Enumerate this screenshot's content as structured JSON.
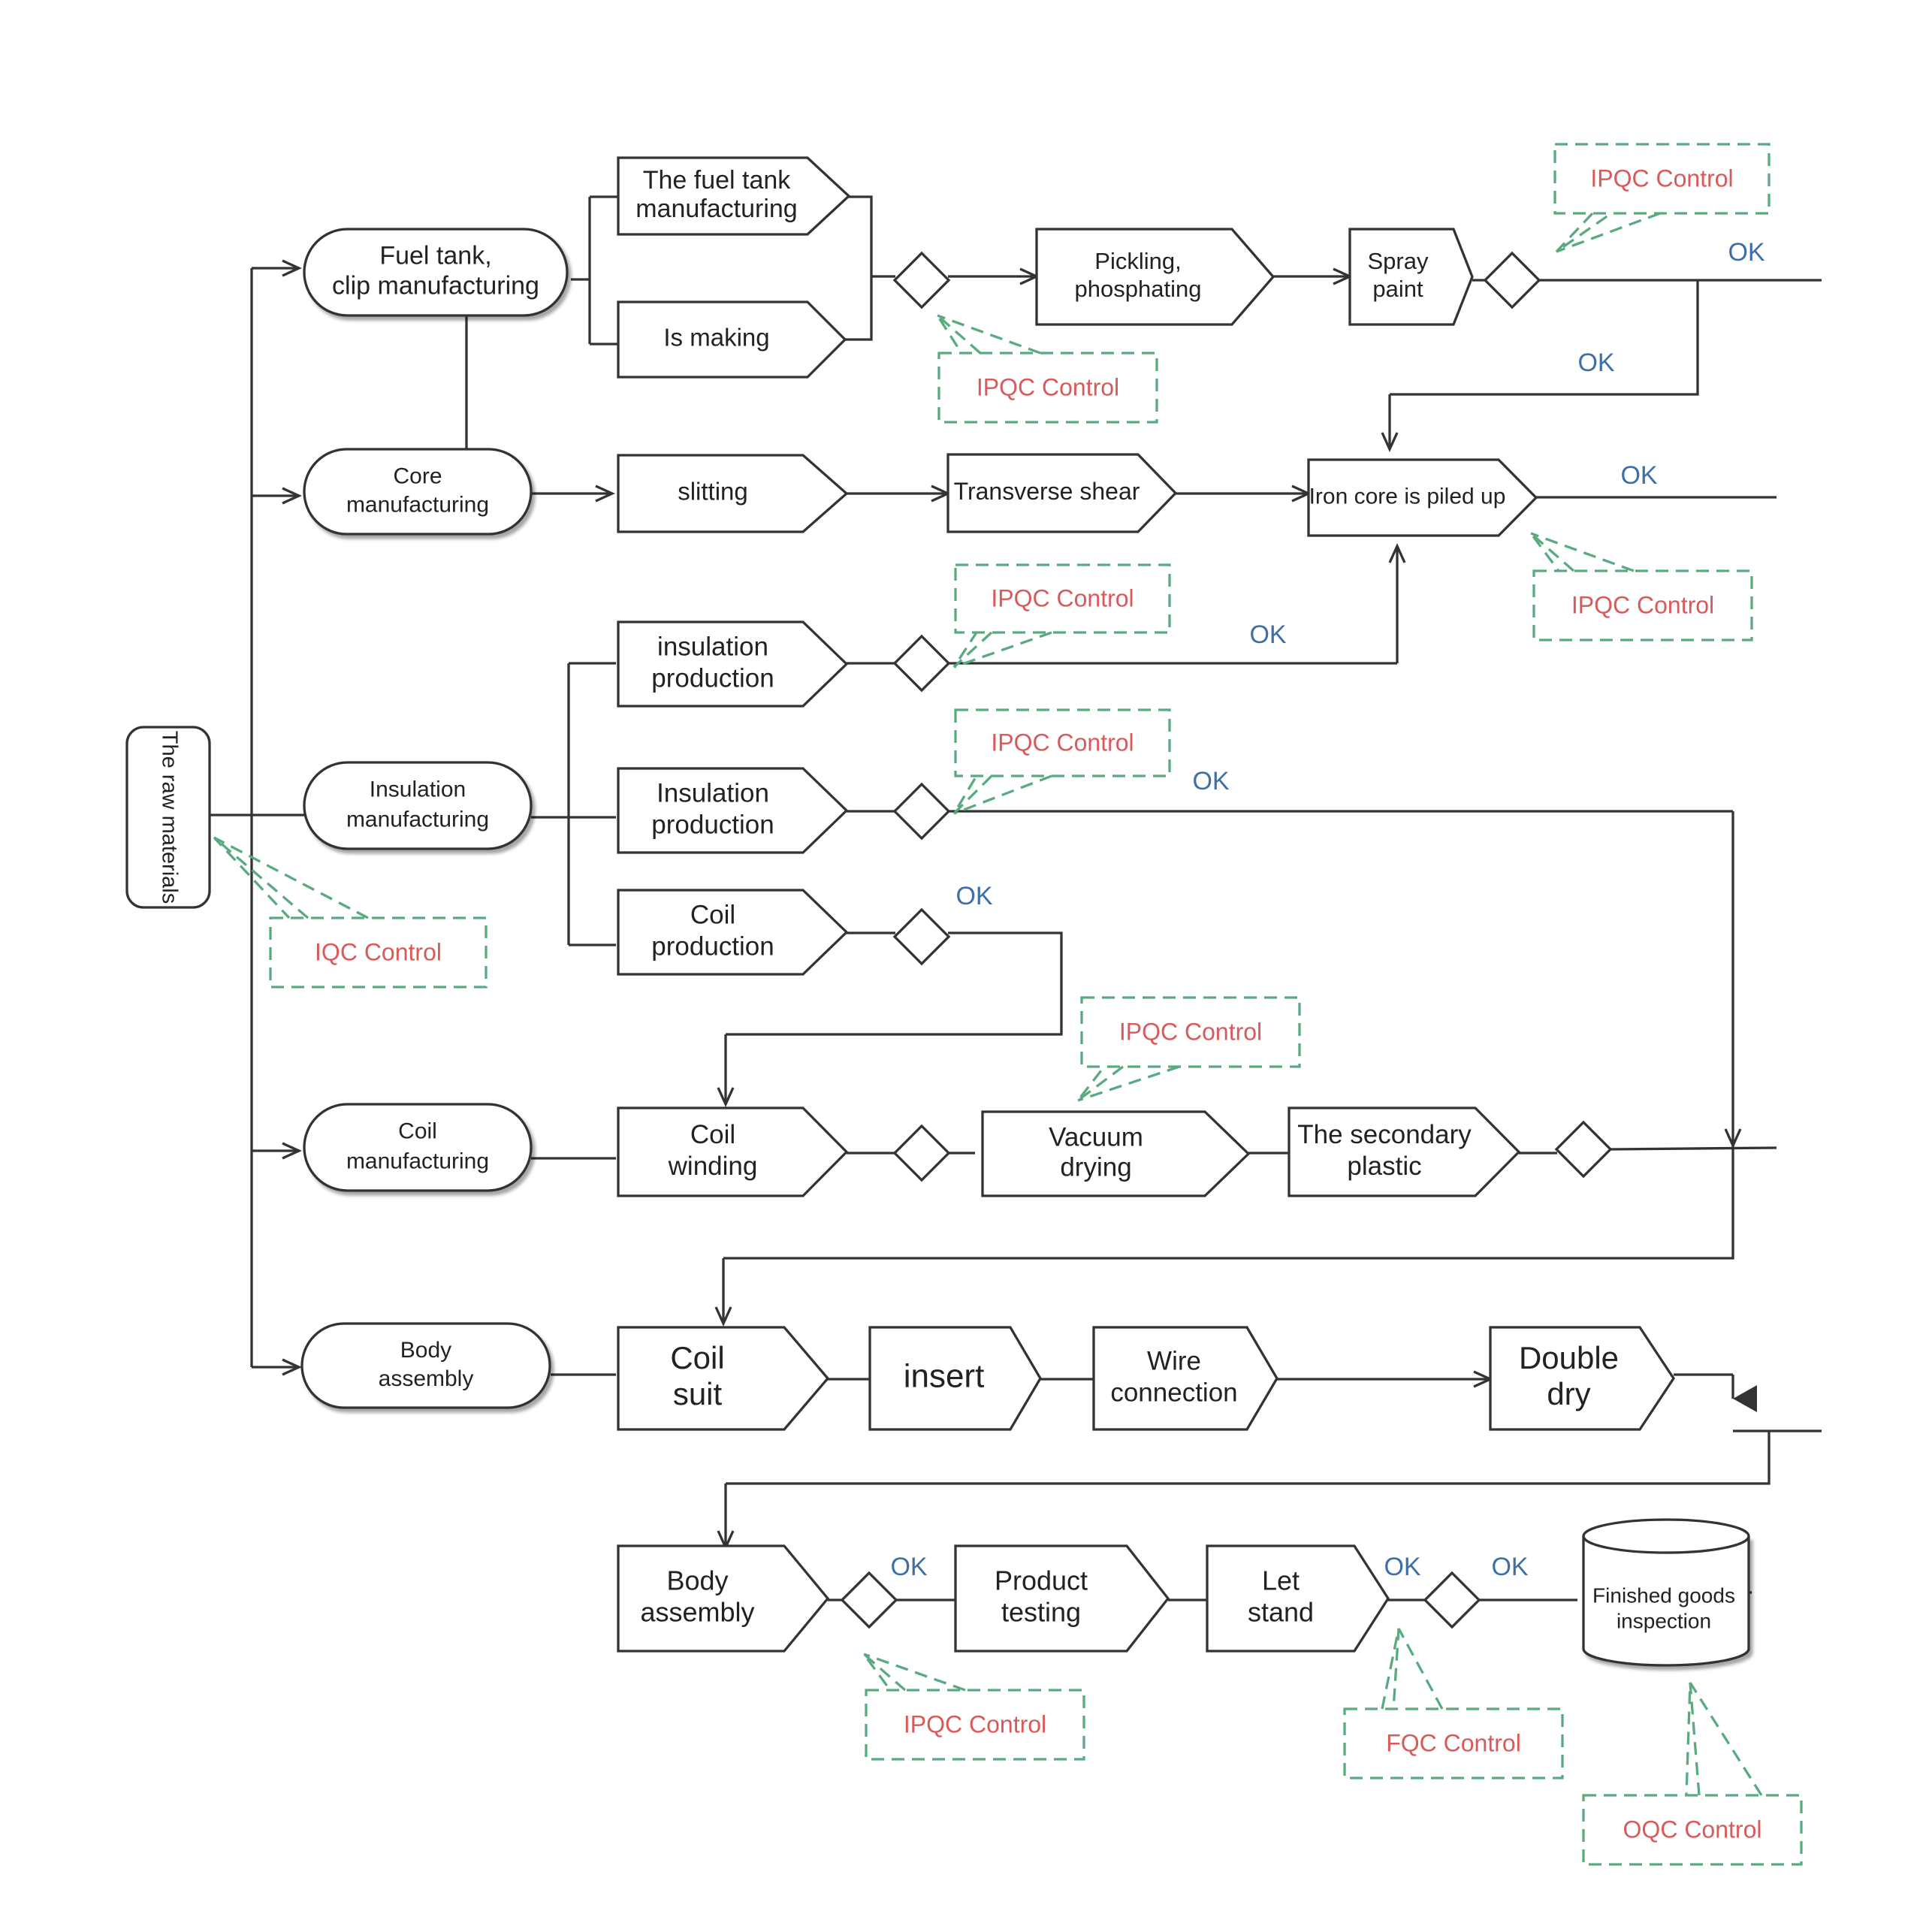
{
  "nodes": {
    "raw_materials": "The raw materials",
    "fuel_tank_clip": [
      "Fuel tank,",
      "clip manufacturing"
    ],
    "core_manufacturing": [
      "Core",
      "manufacturing"
    ],
    "insulation_manufacturing": [
      "Insulation",
      "manufacturing"
    ],
    "coil_manufacturing": [
      "Coil",
      "manufacturing"
    ],
    "body_assembly_group": [
      "Body",
      "assembly"
    ],
    "fuel_tank_manufacturing": [
      "The fuel tank",
      "manufacturing"
    ],
    "is_making": [
      "Is making"
    ],
    "pickling": [
      "Pickling,",
      "phosphating"
    ],
    "spray_paint": [
      "Spray",
      "paint"
    ],
    "slitting": [
      "slitting"
    ],
    "transverse_shear": [
      "Transverse shear"
    ],
    "iron_core": [
      "Iron core is piled up"
    ],
    "insulation_production_1": [
      "insulation",
      "production"
    ],
    "insulation_production_2": [
      "Insulation",
      "production"
    ],
    "coil_production": [
      "Coil",
      "production"
    ],
    "coil_winding": [
      "Coil",
      "winding"
    ],
    "vacuum_drying": [
      "Vacuum",
      "drying"
    ],
    "secondary_plastic": [
      "The secondary",
      "plastic"
    ],
    "coil_suit": [
      "Coil",
      "suit"
    ],
    "insert": [
      "insert"
    ],
    "wire_connection": [
      "Wire",
      "connection"
    ],
    "double_dry": [
      "Double",
      "dry"
    ],
    "body_assembly": [
      "Body",
      "assembly"
    ],
    "product_testing": [
      "Product",
      "testing"
    ],
    "let_stand": [
      "Let",
      "stand"
    ],
    "finished_goods": [
      "Finished goods",
      "inspection"
    ]
  },
  "ok_label": "OK",
  "controls": {
    "ipqc": "IPQC Control",
    "iqc": "IQC Control",
    "fqc": "FQC Control",
    "oqc": "OQC Control"
  },
  "colors": {
    "stroke": "#333333",
    "control_border": "#5aaa80",
    "control_text": "#d95a5a",
    "ok_text": "#3f6fa8"
  }
}
